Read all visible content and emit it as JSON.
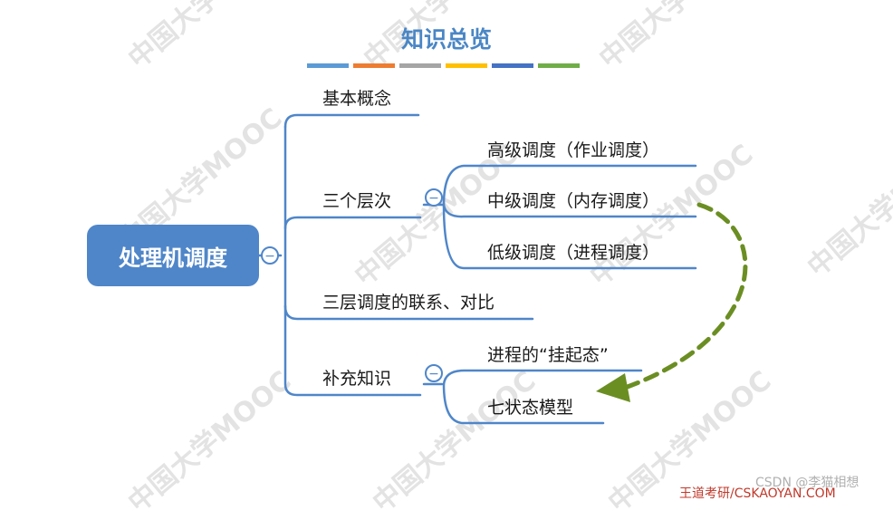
{
  "title": "知识总览",
  "title_bar_colors": [
    "#5b9bd5",
    "#ed7d31",
    "#a5a5a5",
    "#ffc000",
    "#4472c4",
    "#70ad47"
  ],
  "root": {
    "label": "处理机调度",
    "color": "#4f86c9"
  },
  "branches": [
    {
      "label": "基本概念"
    },
    {
      "label": "三个层次",
      "children": [
        {
          "label": "高级调度（作业调度）"
        },
        {
          "label": "中级调度（内存调度）"
        },
        {
          "label": "低级调度（进程调度）"
        }
      ]
    },
    {
      "label": "三层调度的联系、对比"
    },
    {
      "label": "补充知识",
      "children": [
        {
          "label": "进程的“挂起态”"
        },
        {
          "label": "七状态模型"
        }
      ]
    }
  ],
  "line_color": "#4f86c9",
  "arrow_color": "#6b8e23",
  "collapse_symbol": "−",
  "watermark": "中国大学MOOC",
  "footer": {
    "brand": "王道考研/CSKAOYAN.COM",
    "csdn": "CSDN @李猫相想"
  }
}
